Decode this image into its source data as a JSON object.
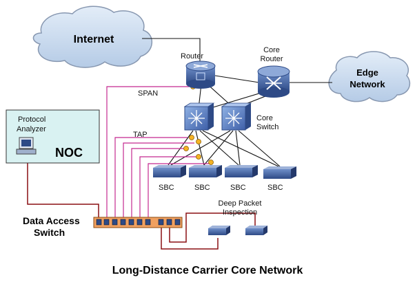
{
  "title": "Long-Distance Carrier Core Network",
  "labels": {
    "internet": "Internet",
    "router": "Router",
    "core_router_line1": "Core",
    "core_router_line2": "Router",
    "edge_line1": "Edge",
    "edge_line2": "Network",
    "span": "SPAN",
    "tap": "TAP",
    "core_switch_line1": "Core",
    "core_switch_line2": "Switch",
    "protocol_analyzer_line1": "Protocol",
    "protocol_analyzer_line2": "Analyzer",
    "noc": "NOC",
    "sbc": [
      "SBC",
      "SBC",
      "SBC",
      "SBC"
    ],
    "dpi_line1": "Deep Packet",
    "dpi_line2": "Inspection",
    "das_line1": "Data Access",
    "das_line2": "Switch"
  },
  "colors": {
    "cloud_fill": "#c9dbf0",
    "cloud_stroke": "#7f8fa8",
    "noc_fill": "#d9f2f2",
    "device_blue": "#3b5a98",
    "tap_magenta": "#c4288f",
    "analyzer_red": "#8a0f12",
    "das_label_red": "#b31217",
    "das_fill": "#f0a060",
    "tap_point": "#f5b324"
  },
  "icons": {
    "router": "router-icon",
    "core_router": "core-router-icon",
    "core_switch": "multilayer-switch-icon",
    "sbc": "sbc-appliance-icon",
    "dpi": "dpi-appliance-icon",
    "analyzer": "workstation-icon"
  }
}
